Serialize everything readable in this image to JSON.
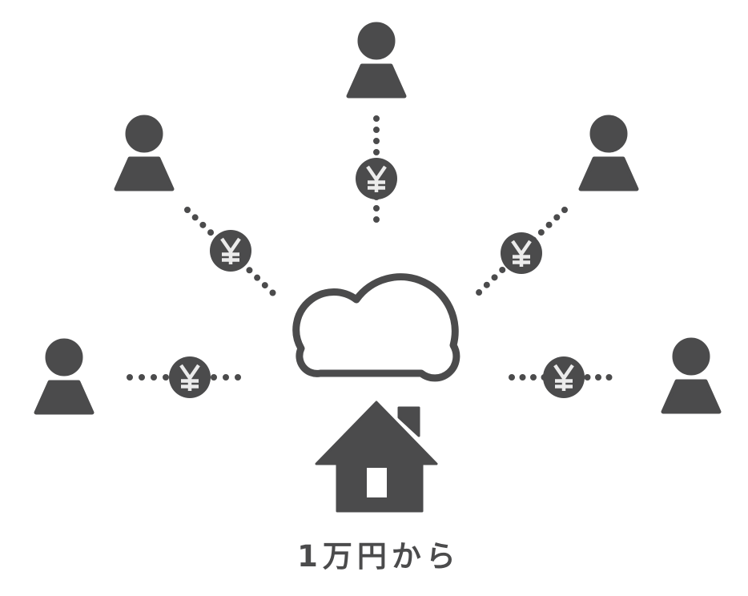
{
  "diagram": {
    "title_semantic": "crowdfunding-concept-diagram",
    "background_color": "#ffffff",
    "accent_color": "#4b4b4c",
    "coin_glyph_color": "#ebebeb",
    "caption": "1万円から",
    "yen_symbol": "¥",
    "center_icon": "cloud-icon",
    "recipient_icon": "house-icon",
    "investors": [
      {
        "icon": "person-icon",
        "position": "top"
      },
      {
        "icon": "person-icon",
        "position": "upper-left"
      },
      {
        "icon": "person-icon",
        "position": "upper-right"
      },
      {
        "icon": "person-icon",
        "position": "left"
      },
      {
        "icon": "person-icon",
        "position": "right"
      }
    ],
    "connectors": [
      {
        "icon": "yen-coin-icon",
        "style": "dotted",
        "position": "top"
      },
      {
        "icon": "yen-coin-icon",
        "style": "dotted",
        "position": "upper-left"
      },
      {
        "icon": "yen-coin-icon",
        "style": "dotted",
        "position": "upper-right"
      },
      {
        "icon": "yen-coin-icon",
        "style": "dotted",
        "position": "left"
      },
      {
        "icon": "yen-coin-icon",
        "style": "dotted",
        "position": "right"
      }
    ]
  }
}
